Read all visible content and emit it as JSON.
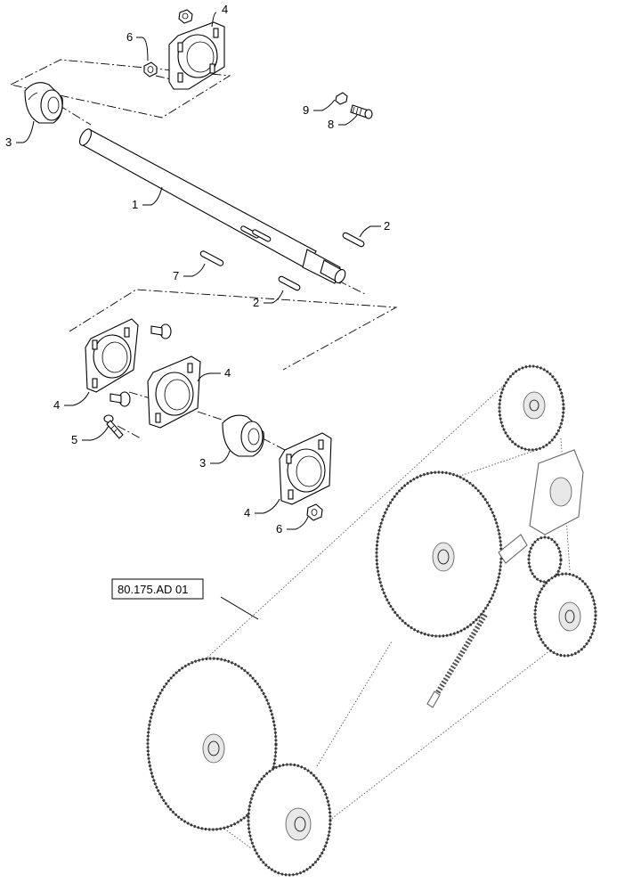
{
  "reference_label": "80.175.AD 01",
  "callouts": {
    "c4_top": "4",
    "c6_top": "6",
    "c3_top": "3",
    "c9": "9",
    "c8": "8",
    "c1": "1",
    "c2_right": "2",
    "c7": "7",
    "c2_bottom": "2",
    "c4_left": "4",
    "c4_mid": "4",
    "c5": "5",
    "c3_bottom": "3",
    "c4_bottom": "4",
    "c6_bottom": "6"
  }
}
